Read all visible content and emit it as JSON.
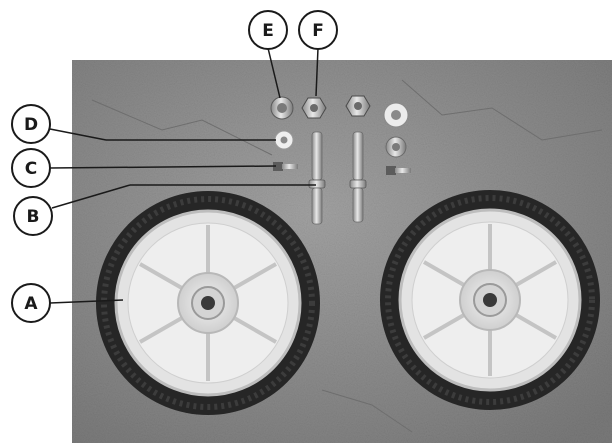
{
  "callouts": [
    {
      "id": "A",
      "label": "A"
    },
    {
      "id": "B",
      "label": "B"
    },
    {
      "id": "C",
      "label": "C"
    },
    {
      "id": "D",
      "label": "D"
    },
    {
      "id": "E",
      "label": "E"
    },
    {
      "id": "F",
      "label": "F"
    }
  ],
  "colors": {
    "background": "#ffffff",
    "concrete": "#8e8e8e",
    "tire": "#2a2a2a",
    "rim": "#d6d6d6",
    "callout_stroke": "#1a1a1a"
  }
}
